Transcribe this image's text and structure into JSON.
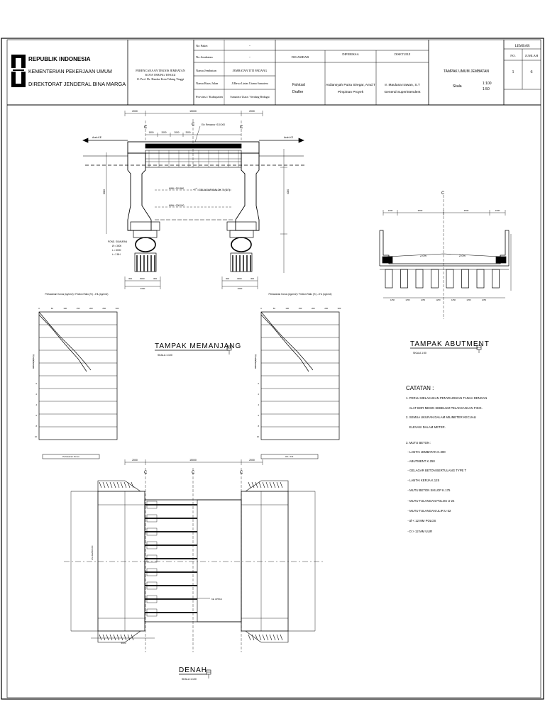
{
  "title_block": {
    "logo_name": "PU logo",
    "agency_line1": "REPUBLIK INDONESIA",
    "agency_line2": "KEMENTERIAN PEKERJAAN UMUM",
    "agency_line3": "DIREKTORAT JENDERAL BINA MARGA",
    "project_line1": "PERENCANAAN TEKNIS JEMBATAN",
    "project_line2": "KOTA TEBING TINGGI",
    "project_line3": "Jl. Prof. Dr. Hamka Kota Tebing Tinggi",
    "fields": [
      {
        "label": "No Paket",
        "value": "-"
      },
      {
        "label": "No Jembatan",
        "value": "-"
      },
      {
        "label": "Nama Jembatan",
        "value": "JEMBATAN TITI PADANG"
      },
      {
        "label": "Nama Ruas Jalan",
        "value": "Jl.Rawa Lintas Utama Sumatera"
      },
      {
        "label": "Provinsi / Kabupaten",
        "value": "Sumatera Utara / Serdang Bedagai"
      }
    ],
    "role_headers": [
      "DIGAMBAR",
      "DIPERIKSA",
      "DISETUJUI"
    ],
    "drawn_by": [
      "Fahrizal",
      "Drafter"
    ],
    "checked_by": [
      "Ardiansyah Putra Siregar, Amd.T",
      "Pimpinan Proyek"
    ],
    "approved_by": [
      "Ir. Maulana Irawan, S.T",
      "General Superintendent"
    ],
    "drawing_title": "TAMPAK UMUM JEMBATAN",
    "scale_label": "Skala",
    "scale_values": [
      "1:100",
      "1:50"
    ],
    "sheet_header": "LEMBAR",
    "sheet_cols": [
      "NO.",
      "JUMLAH"
    ],
    "sheet_values": [
      "1",
      "6"
    ]
  },
  "elevation": {
    "dims_top": [
      "2000",
      "15000",
      "2000"
    ],
    "dims_sub": [
      "1500",
      "2000",
      "2000",
      "2000"
    ],
    "left_arrow": "Arah KE",
    "right_arrow": "Arah KE",
    "annotation_top": "Elv. Rencana +210.000",
    "annotation_girder": "GELAGAR BALOK T (GT)",
    "level_1": "MAB +209.800",
    "level_2": "MAN +208.000",
    "pile_note": [
      "POND. SUMURAN",
      "Ø = 3000",
      "L = 6000",
      "t = 2 BH"
    ],
    "side_dim": "6000",
    "side_dim_right": "4000",
    "bottom_dims_left": [
      "300",
      "3000",
      "300"
    ],
    "bottom_dims_right": [
      "300",
      "3000",
      "300"
    ],
    "bottom_total": [
      "4000",
      "4000"
    ],
    "cut_label": "C"
  },
  "soil_charts": [
    {
      "title": "Perlawanan Konus (kg/cm2) / Friction Ratio (%) - JHL (kg/cm2)",
      "x_ticks": [
        "0",
        "50",
        "100",
        "150",
        "200",
        "250",
        "300"
      ],
      "y_label": "Kedalaman",
      "y_ticks": [
        "0",
        "2",
        "4",
        "6",
        "8",
        "10"
      ]
    },
    {
      "title": "Perlawanan Konus (kg/cm2) / Friction Ratio (%) - JHL (kg/cm2)",
      "x_ticks": [
        "0",
        "50",
        "100",
        "150",
        "200",
        "250",
        "300"
      ],
      "y_label": "Kedalaman",
      "y_ticks": [
        "0",
        "2",
        "4",
        "6",
        "8",
        "10"
      ]
    }
  ],
  "labels": {
    "memanjang": "TAMPAK MEMANJANG",
    "memanjang_scale": "SKALA 1:100",
    "abutment": "TAMPAK ABUTMENT",
    "abutment_scale": "SKALA 1:50",
    "denah": "DENAH",
    "denah_scale": "SKALA 1:100"
  },
  "cross_section": {
    "dims_top": [
      "1000",
      "3500",
      "3500",
      "1000"
    ],
    "slope_left": "2.0%",
    "slope_right": "2.0%",
    "dims_bottom": [
      "1250",
      "1250",
      "1250",
      "1250",
      "1250",
      "1250",
      "1250"
    ],
    "cut_label": "C"
  },
  "notes": {
    "heading": "CATATAN :",
    "items": [
      "1. PERLU MELAKUKAN PENYELIDIKAN TANAH DENGAN",
      "    ALAT BOR MESIN SEBELUM PELAKSANAAN FISIK.",
      "2. SEMUA UKURAN DALAM MILIMETER KECUALI",
      "    ELEVASI DALAM METER.",
      "3. MUTU BETON :",
      "  - LANTAI JEMBATAN K.300",
      "  - ABUTMENT K.250",
      "  - GELAGAR BETON BERTULANG TYPE T",
      "  - LANTAI KERJA K.125",
      "  - MUTU BETON SIKLOP K.175",
      "  - MUTU TULANGAN POLOS U-24",
      "  - MUTU TULANGAN ULIR U-32",
      "  - Ø < 12 MM POLOS",
      "  - D > 12 MM ULIR"
    ]
  },
  "plan": {
    "dims_top": [
      "2000",
      "15000",
      "2000"
    ],
    "legend_left": "Perlawanan Konus",
    "legend_right": "JHL / F.R.",
    "deck_note": "KE UPPAS",
    "cut_labels": [
      "C",
      "C",
      "C"
    ],
    "axis_label": "AS JEMBATAN",
    "bottom_dim": "4000"
  }
}
